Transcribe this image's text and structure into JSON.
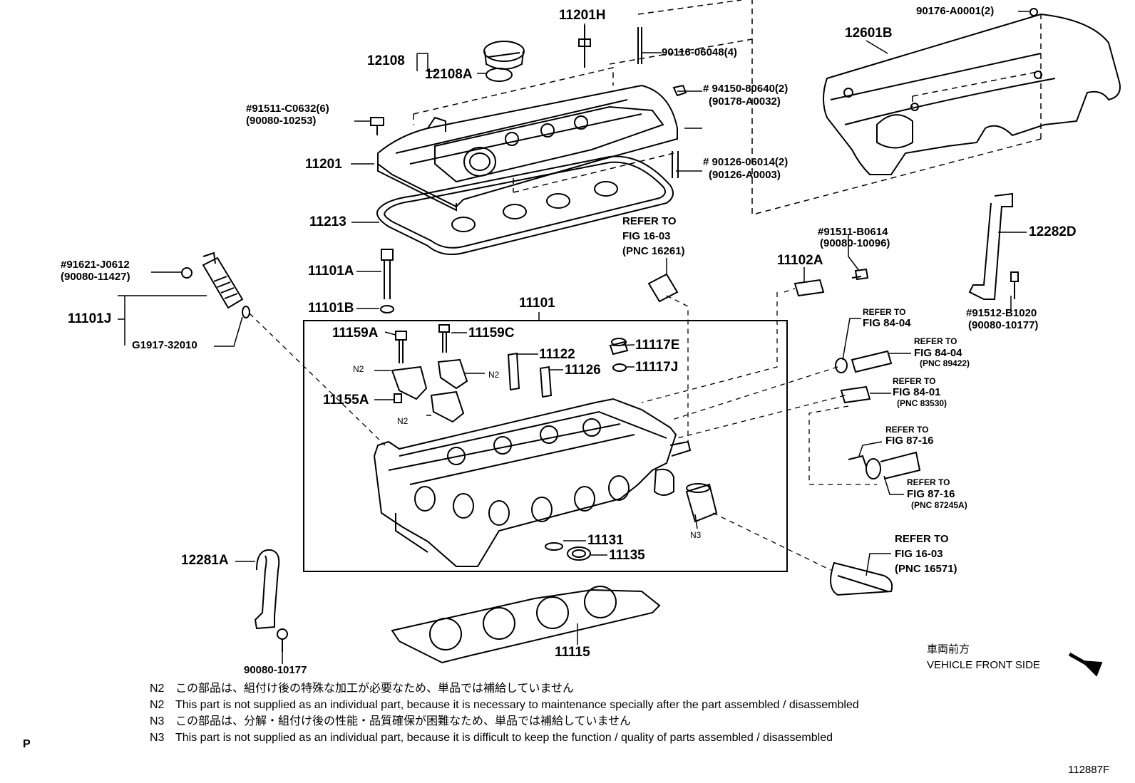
{
  "parts": {
    "p11201H": "11201H",
    "p90116": "90116-06048(4)",
    "p90176": "90176-A0001(2)",
    "p12601B": "12601B",
    "p12108": "12108",
    "p12108A": "12108A",
    "p91511_c0632": "#91511-C0632(6)",
    "p90080_10253": "(90080-10253)",
    "p94150": "# 94150-80640(2)",
    "p90178": "(90178-A0032)",
    "p11201": "11201",
    "p90126_06014": "# 90126-06014(2)",
    "p90126_a0003": "(90126-A0003)",
    "p11213": "11213",
    "p11101A": "11101A",
    "p11101B": "11101B",
    "p91621": "#91621-J0612",
    "p90080_11427": "(90080-11427)",
    "p11101J": "11101J",
    "pG1917": "G1917-32010",
    "p11101": "11101",
    "p11159A": "11159A",
    "p11159C": "11159C",
    "p11117E": "11117E",
    "p11117J": "11117J",
    "p11122": "11122",
    "p11126": "11126",
    "p11155A": "11155A",
    "p11131": "11131",
    "p11135": "11135",
    "p12281A": "12281A",
    "p90080_10177": "90080-10177",
    "p11115": "11115",
    "p91511_b0614": "#91511-B0614",
    "p90080_10096": "(90080-10096)",
    "p11102A": "11102A",
    "p12282D": "12282D",
    "p91512": "#91512-B1020",
    "p90080_10177b": "(90080-10177)"
  },
  "refs": {
    "r1_l1": "REFER TO",
    "r1_l2": "FIG 16-03",
    "r1_l3": "(PNC 16261)",
    "r2_l1": "REFER TO",
    "r2_l2": "FIG 84-04",
    "r3_l1": "REFER TO",
    "r3_l2": "FIG 84-04",
    "r3_l3": "(PNC 89422)",
    "r4_l1": "REFER TO",
    "r4_l2": "FIG 84-01",
    "r4_l3": "(PNC 83530)",
    "r5_l1": "REFER TO",
    "r5_l2": "FIG 87-16",
    "r6_l1": "REFER TO",
    "r6_l2": "FIG 87-16",
    "r6_l3": "(PNC 87245A)",
    "r7_l1": "REFER TO",
    "r7_l2": "FIG 16-03",
    "r7_l3": "(PNC 16571)"
  },
  "markers": {
    "n2_a": "N2",
    "n2_b": "N2",
    "n2_c": "N2",
    "n3": "N3"
  },
  "direction": {
    "jp": "車両前方",
    "en": "VEHICLE FRONT SIDE"
  },
  "notes": [
    {
      "code": "N2",
      "text": "この部品は、組付け後の特殊な加工が必要なため、単品では補給していません"
    },
    {
      "code": "N2",
      "text": "This part is not supplied as an individual part, because it is necessary to maintenance specially after the part assembled / disassembled"
    },
    {
      "code": "N3",
      "text": "この部品は、分解・組付け後の性能・品質確保が困難なため、単品では補給していません"
    },
    {
      "code": "N3",
      "text": "This part is not supplied as an individual part, because it is difficult to keep the function / quality of parts  assembled / disassembled"
    }
  ],
  "footer": {
    "page_mark": "P",
    "figure_id": "112887F"
  }
}
